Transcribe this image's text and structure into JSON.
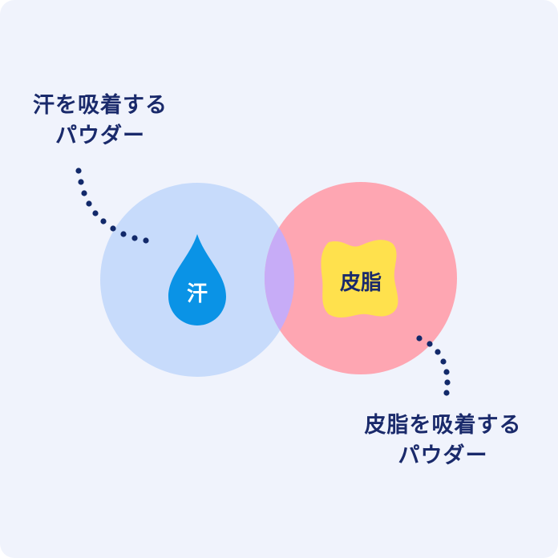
{
  "labels": {
    "sweat_powder": [
      "汗を吸着する",
      "パウダー"
    ],
    "sebum_powder": [
      "皮脂を吸着する",
      "パウダー"
    ]
  },
  "circles": {
    "sweat": {
      "label": "汗",
      "color": "#c7dbfb",
      "icon": "water-drop-icon",
      "icon_color": "#0a93e6"
    },
    "sebum": {
      "label": "皮脂",
      "color": "#fea6b2",
      "icon": "oil-blob-icon",
      "icon_color": "#ffe14d"
    },
    "overlap_color": "#c7acf7"
  },
  "colors": {
    "background": "#f0f3fc",
    "text": "#1a2a6b",
    "dots": "#12296a"
  }
}
